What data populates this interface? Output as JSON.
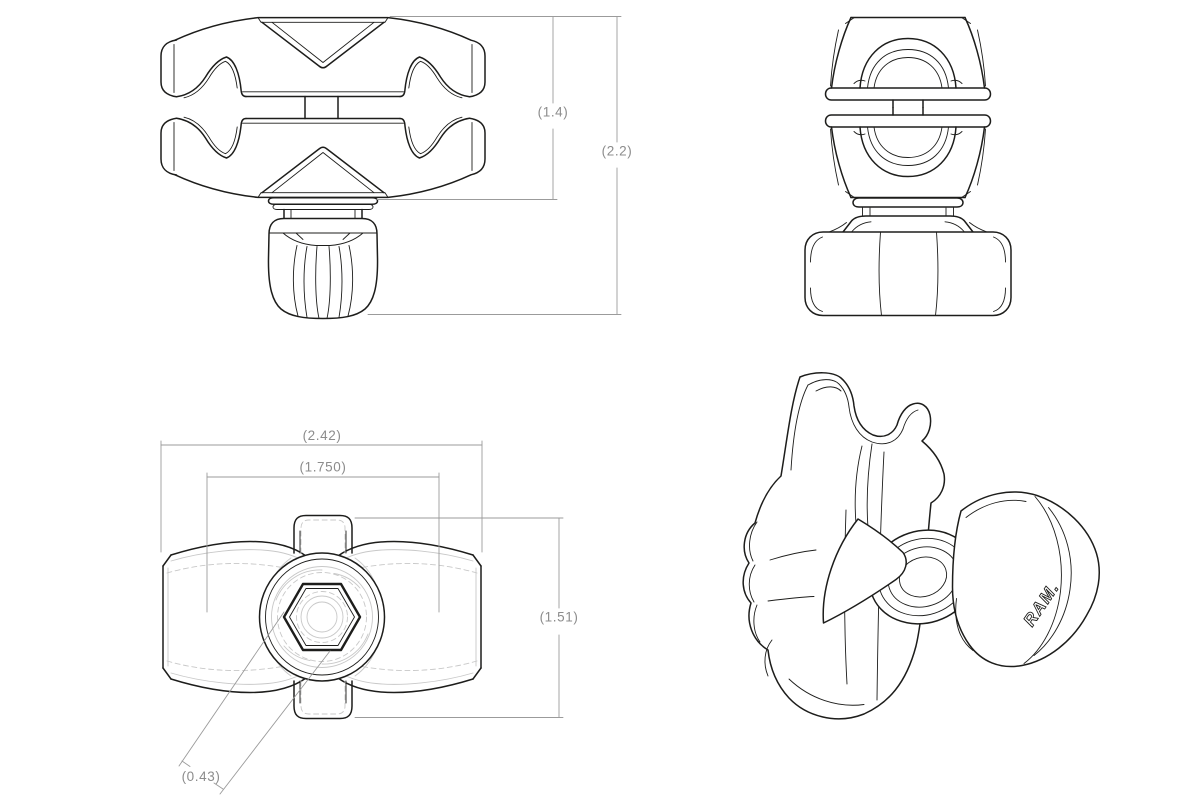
{
  "drawing": {
    "background_color": "#ffffff",
    "outline_color": "#1d1d1b",
    "dimension_line_color": "#9b9b9b",
    "dimension_text_color": "#8c8c8c",
    "hidden_line_color": "#c8c8c8",
    "dimensions": {
      "arm_body_height": {
        "label": "(1.4)",
        "value": 1.4
      },
      "overall_height": {
        "label": "(2.2)",
        "value": 2.2
      },
      "overall_width": {
        "label": "(2.42)",
        "value": 2.42
      },
      "inner_width": {
        "label": "(1.750)",
        "value": 1.75
      },
      "body_depth": {
        "label": "(1.51)",
        "value": 1.51
      },
      "hex_socket_size": {
        "label": "(0.43)",
        "value": 0.43
      }
    },
    "logo": {
      "text": "RAM."
    }
  }
}
